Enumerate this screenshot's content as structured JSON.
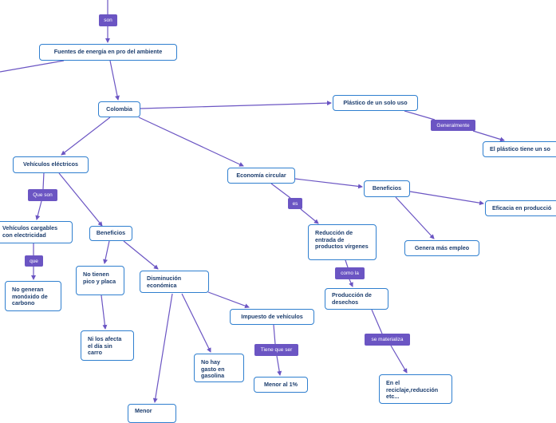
{
  "nodes": {
    "fuentes": "Fuentes de energía en pro del ambiente",
    "colombia": "Colombia",
    "plastico": "Plástico de un solo uso",
    "plastico_tiene": "El plástico tiene un so",
    "vehiculos": "Vehículos eléctricos",
    "economia": "Economía circular",
    "beneficios_economia": "Beneficios",
    "eficacia": "Eficacia en producció",
    "vehiculos_cargables": "Vehículos cargables con electricidad",
    "beneficios_vehiculos": "Beneficios",
    "genera_empleo": "Genera más empleo",
    "reduccion": "Reducción de entrada de productos vírgenes",
    "no_generan": "No generan monóxido de carbono",
    "no_tienen": "No tienen pico y placa",
    "disminucion": "Disminución económica",
    "produccion": "Producción de desechos",
    "impuesto": "Impuesto de vehículos",
    "ni_los": "Ni los afecta el día sin carro",
    "no_hay": "No hay gasto en gasolina",
    "menor_1": "Menor al 1%",
    "reciclaje": "En el reciclaje,reducción etc...",
    "menor": "Menor"
  },
  "links": {
    "son": "son",
    "generalmente": "Generalmente",
    "que_son": "Que son",
    "es": "es",
    "que": "que",
    "como_la": "como la",
    "tiene_que_ser": "Tiene que ser",
    "se_materializa": "se materializa"
  },
  "colors": {
    "node_border": "#2f7fcf",
    "node_text": "#1d3e6e",
    "link_fill": "#6b55c3",
    "edge": "#6b55c3"
  }
}
